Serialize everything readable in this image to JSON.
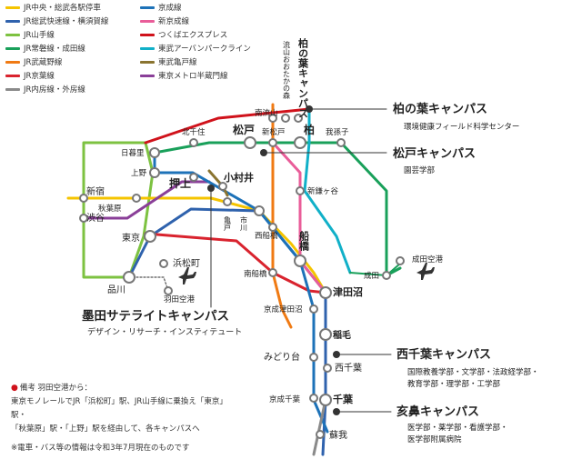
{
  "legend": [
    {
      "label": "JR中央・総武各駅停車",
      "color": "#f5c400"
    },
    {
      "label": "JR総武快速線・横須賀線",
      "color": "#2f62ad"
    },
    {
      "label": "JR山手線",
      "color": "#7dc241"
    },
    {
      "label": "JR常磐線・成田線",
      "color": "#19a05a"
    },
    {
      "label": "JR武蔵野線",
      "color": "#f07a13"
    },
    {
      "label": "JR京葉線",
      "color": "#d9232e"
    },
    {
      "label": "JR内房線・外房線",
      "color": "#8a8a8a"
    },
    {
      "label": "京成線",
      "color": "#1d72b8"
    },
    {
      "label": "新京成線",
      "color": "#e95d99"
    },
    {
      "label": "つくばエクスプレス",
      "color": "#d0121b"
    },
    {
      "label": "東武アーバンパークライン",
      "color": "#11b0c8"
    },
    {
      "label": "東武亀戸線",
      "color": "#8a7430"
    },
    {
      "label": "東京メトロ半蔵門線",
      "color": "#8a3f98"
    }
  ],
  "stations": {
    "kashiwanoha": "柏の葉キャンパス",
    "nagareyama": "流山おおたかの森",
    "minami_nagareyama": "南流山",
    "kitasenju": "北千住",
    "matsudo": "松戸",
    "shinmatsudo": "新松戸",
    "kashiwa": "柏",
    "abiko": "我孫子",
    "nippori": "日暮里",
    "ueno": "上野",
    "oshiage": "押上",
    "komurai": "小村井",
    "kameido": "亀戸",
    "shinkamagaya": "新鎌ヶ谷",
    "shinjuku": "新宿",
    "akihabara": "秋葉原",
    "shibuya": "渋谷",
    "ichikawa": "市川",
    "nishifunabashi": "西船橋",
    "funabashi": "船橋",
    "tokyo": "東京",
    "hamamatsucho": "浜松町",
    "shinagawa": "品川",
    "haneda": "羽田空港",
    "minamifunabashi": "南船橋",
    "narita_airport": "成田空港",
    "narita": "成田",
    "tsudanuma": "津田沼",
    "keisei_tsudanuma": "京成津田沼",
    "inage": "稲毛",
    "midoridai": "みどり台",
    "nishichiba": "西千葉",
    "keisei_chiba": "京成千葉",
    "chiba": "千葉",
    "soga": "蘇我"
  },
  "campuses": [
    {
      "name": "柏の葉キャンパス",
      "sub": "環境健康フィールド科学センター"
    },
    {
      "name": "松戸キャンパス",
      "sub": "園芸学部"
    },
    {
      "name": "墨田サテライトキャンパス",
      "sub": "デザイン・リサーチ・インスティテュート"
    },
    {
      "name": "西千葉キャンパス",
      "sub": "国際教養学部・文学部・法政経学部・",
      "sub2": "教育学部・理学部・工学部"
    },
    {
      "name": "亥鼻キャンパス",
      "sub": "医学部・薬学部・看護学部・",
      "sub2": "医学部附属病院"
    }
  ],
  "note": {
    "title": "備考  羽田空港から：",
    "line1": "東京モノレールでJR「浜松町」駅、JR山手線に乗換え「東京」駅・",
    "line2": "「秋葉原」駅・「上野」駅を経由して、各キャンパスへ"
  },
  "footer": "※電車・バス等の情報は令和3年7月現在のものです",
  "colors": {
    "campus_marker": "#333333",
    "note_dot": "#d0121b"
  }
}
